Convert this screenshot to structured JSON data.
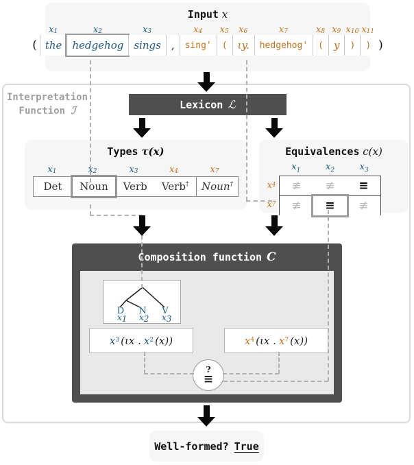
{
  "colors": {
    "blue": "#1e5a7d",
    "orange": "#bf731c",
    "bar_gray": "#4f4f4f",
    "panel_bg": "#f6f6f6",
    "inner_bg": "#e9e9e9",
    "dash_gray": "#b0b0b0",
    "highlight_border": "#9a9a9a",
    "muted_symbol": "#bcbcbc",
    "label_gray": "#9e9e9e"
  },
  "input": {
    "title_label": "Input",
    "title_var": "x",
    "outer_open": "(",
    "outer_close": ")",
    "tokens": [
      {
        "label": "x",
        "label_sub": "1",
        "text": "the"
      },
      {
        "label": "x",
        "label_sub": "2",
        "text": "hedgehog"
      },
      {
        "label": "x",
        "label_sub": "3",
        "text": "sings"
      },
      {
        "label": "",
        "label_sub": "",
        "text": ","
      },
      {
        "label": "x",
        "label_sub": "4",
        "text": "sing'"
      },
      {
        "label": "x",
        "label_sub": "5",
        "text": "("
      },
      {
        "label": "x",
        "label_sub": "6",
        "text": "ιy."
      },
      {
        "label": "x",
        "label_sub": "7",
        "text": "hedgehog'"
      },
      {
        "label": "x",
        "label_sub": "8",
        "text": "("
      },
      {
        "label": "x",
        "label_sub": "9",
        "text": "y"
      },
      {
        "label": "x",
        "label_sub": "10",
        "text": ")"
      },
      {
        "label": "x",
        "label_sub": "11",
        "text": ")"
      }
    ]
  },
  "interpretation": {
    "label_line1": "Interpretation",
    "label_line2": "Function",
    "var": "ℐ"
  },
  "lexicon": {
    "label": "Lexicon",
    "var": "ℒ"
  },
  "types": {
    "title_label": "Types",
    "title_var": "τ(x)",
    "headers": [
      {
        "t": "x",
        "s": "1"
      },
      {
        "t": "x",
        "s": "2"
      },
      {
        "t": "x",
        "s": "3"
      },
      {
        "t": "x",
        "s": "4"
      },
      {
        "t": "x",
        "s": "7"
      }
    ],
    "cells": [
      {
        "text": "Det",
        "sup": ""
      },
      {
        "text": "Noun",
        "sup": ""
      },
      {
        "text": "Verb",
        "sup": ""
      },
      {
        "text": "Verb",
        "sup": "†"
      },
      {
        "text": "Noun",
        "sup": "†"
      }
    ]
  },
  "equivalences": {
    "title_label": "Equivalences",
    "title_var": "c(x)",
    "col_headers": [
      {
        "t": "x",
        "s": "1"
      },
      {
        "t": "x",
        "s": "2"
      },
      {
        "t": "x",
        "s": "3"
      }
    ],
    "row_headers": [
      {
        "t": "x",
        "s": "4"
      },
      {
        "t": "x",
        "s": "7"
      }
    ],
    "grid": [
      [
        "≢",
        "≢",
        "≡"
      ],
      [
        "≢",
        "≡",
        "≢"
      ]
    ]
  },
  "composition": {
    "title_label": "Composition function",
    "title_var": "C",
    "tree": {
      "leaves": [
        {
          "cat": "D",
          "var": "x",
          "sub": "1"
        },
        {
          "cat": "N",
          "var": "x",
          "sub": "2"
        },
        {
          "cat": "V",
          "var": "x",
          "sub": "3"
        }
      ]
    },
    "formula_left": {
      "head_var": "x",
      "head_sub": "3",
      "body_open": "(ιx .",
      "inner_var": "x",
      "inner_sub": "2",
      "body_close": "(x))"
    },
    "formula_right": {
      "head_var": "x",
      "head_sub": "4",
      "body_open": "(ιx .",
      "inner_var": "x",
      "inner_sub": "7",
      "body_close": "(x))"
    },
    "check": {
      "mark": "?",
      "rel": "≡"
    }
  },
  "output": {
    "question": "Well-formed?",
    "answer": "True"
  }
}
